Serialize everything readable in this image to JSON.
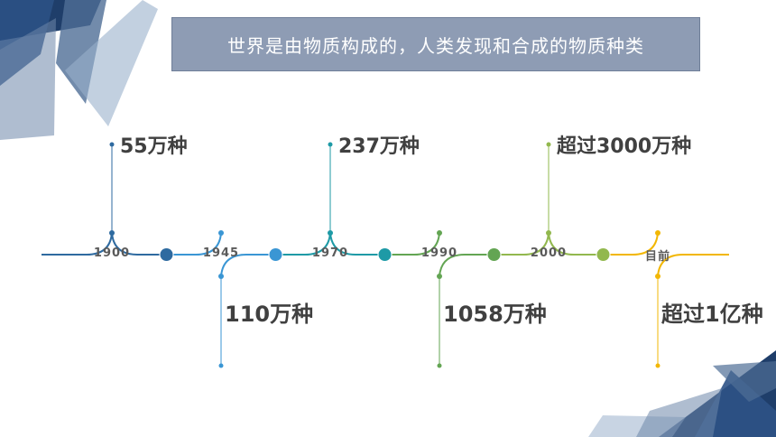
{
  "title": "世界是由物质构成的，人类发现和合成的物质种类",
  "timeline": [
    {
      "year": "1900",
      "amount": "55万种",
      "position": "top",
      "color": "#2e6aa0"
    },
    {
      "year": "1945",
      "amount": "110万种",
      "position": "bottom",
      "color": "#3a96d4"
    },
    {
      "year": "1970",
      "amount": "237万种",
      "position": "top",
      "color": "#1e9aa6"
    },
    {
      "year": "1990",
      "amount": "1058万种",
      "position": "bottom",
      "color": "#63a553"
    },
    {
      "year": "2000",
      "amount": "超过3000万种",
      "position": "top",
      "color": "#92b84e"
    },
    {
      "year": "目前",
      "amount": "超过1亿种",
      "position": "bottom",
      "color": "#f2b705"
    }
  ],
  "colors": {
    "title_bg": "#8e9cb4",
    "deco_dark": "#1f3e6a",
    "deco_mid": "#4f6e96",
    "deco_light": "#9ab0cc"
  }
}
